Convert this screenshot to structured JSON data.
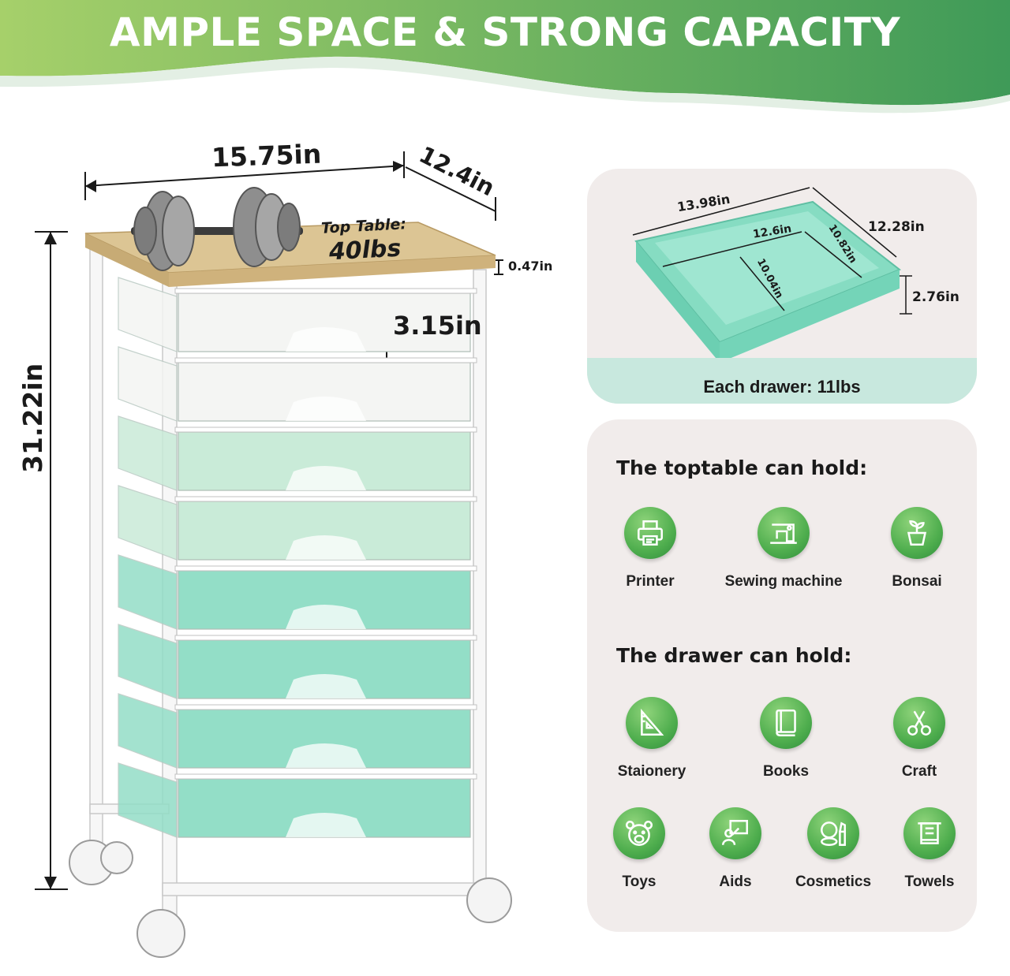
{
  "header": {
    "headline": "AMPLE SPACE & STRONG CAPACITY",
    "colors": {
      "gradient_start": "#a6d06a",
      "gradient_end": "#3f9a58"
    }
  },
  "product": {
    "width_label": "15.75in",
    "depth_label": "12.4in",
    "height_label": "31.22in",
    "top_thickness_label": "0.47in",
    "drawer_height_label": "3.15in",
    "top_load": {
      "line1": "Top Table:",
      "line2": "40lbs"
    },
    "drawer_colors": [
      "#f4f5f3",
      "#f4f5f3",
      "#c9ebd8",
      "#c9ebd8",
      "#93dec7",
      "#93dec7",
      "#93dec7",
      "#93dec7"
    ],
    "top_color": "#dcc594"
  },
  "drawer_panel": {
    "outer_width": "13.98in",
    "outer_depth": "12.28in",
    "height": "2.76in",
    "inner_width": "12.6in",
    "inner_depth": "10.82in",
    "inner_height": "10.04in",
    "caption": "Each drawer: 11lbs",
    "tray_color": "#86dcc2"
  },
  "hold_panel": {
    "toptable_title": "The toptable can hold:",
    "toptable_items": [
      {
        "label": "Printer",
        "icon": "printer-icon"
      },
      {
        "label": "Sewing machine",
        "icon": "sewing-machine-icon"
      },
      {
        "label": "Bonsai",
        "icon": "bonsai-icon"
      }
    ],
    "drawer_title": "The drawer can hold:",
    "drawer_items": [
      {
        "label": "Staionery",
        "icon": "stationery-icon"
      },
      {
        "label": "Books",
        "icon": "book-icon"
      },
      {
        "label": "Craft",
        "icon": "scissors-icon"
      },
      {
        "label": "Toys",
        "icon": "teddy-bear-icon"
      },
      {
        "label": "Aids",
        "icon": "teaching-aids-icon"
      },
      {
        "label": "Cosmetics",
        "icon": "cosmetics-icon"
      },
      {
        "label": "Towels",
        "icon": "towel-icon"
      }
    ]
  }
}
